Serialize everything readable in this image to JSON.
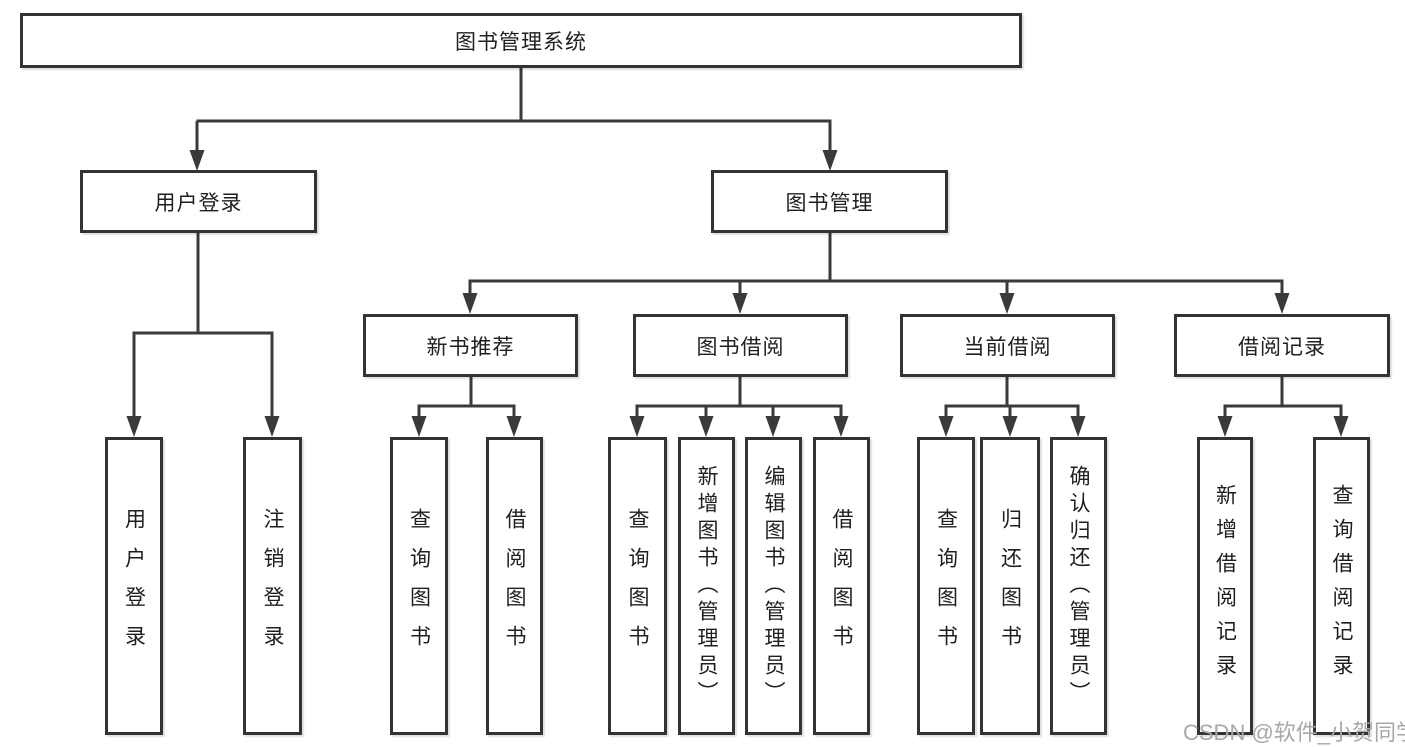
{
  "diagram": {
    "root": {
      "label": "图书管理系统"
    },
    "branches": [
      {
        "label": "用户登录",
        "children": [
          {
            "label": "用户登录"
          },
          {
            "label": "注销登录"
          }
        ]
      },
      {
        "label": "图书管理",
        "sections": [
          {
            "label": "新书推荐",
            "children": [
              {
                "label": "查询图书"
              },
              {
                "label": "借阅图书"
              }
            ]
          },
          {
            "label": "图书借阅",
            "children": [
              {
                "label": "查询图书"
              },
              {
                "label": "新增图书（管理员）"
              },
              {
                "label": "编辑图书（管理员）"
              },
              {
                "label": "借阅图书"
              }
            ]
          },
          {
            "label": "当前借阅",
            "children": [
              {
                "label": "查询图书"
              },
              {
                "label": "归还图书"
              },
              {
                "label": "确认归还（管理员）"
              }
            ]
          },
          {
            "label": "借阅记录",
            "children": [
              {
                "label": "新增借阅记录"
              },
              {
                "label": "查询借阅记录"
              }
            ]
          }
        ]
      }
    ]
  },
  "watermark": "CSDN @软件_小贺同学",
  "colors": {
    "line": "#3a3a3a",
    "box_border": "#333333",
    "text": "#1f1f1f",
    "watermark": "#a7a7ac",
    "background": "#ffffff"
  }
}
